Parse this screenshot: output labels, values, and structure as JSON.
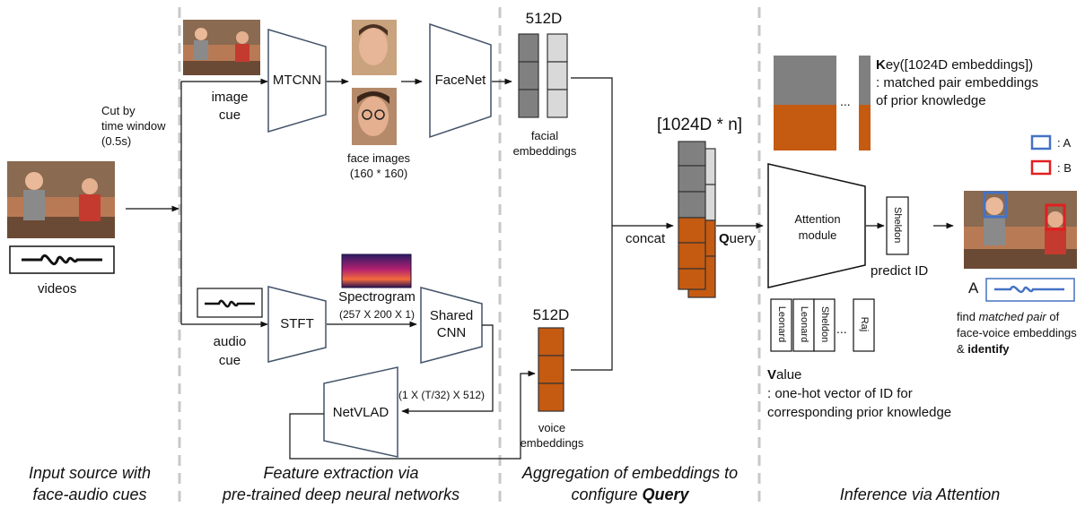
{
  "input": {
    "videos_label": "videos",
    "cut_label": [
      "Cut by",
      "time window",
      "(0.5s)"
    ],
    "image_cue_label": [
      "image",
      "cue"
    ],
    "audio_cue_label": [
      "audio",
      "cue"
    ],
    "caption": [
      "Input source with",
      "face-audio cues"
    ]
  },
  "feature": {
    "mtcnn": "MTCNN",
    "facenet": "FaceNet",
    "face_images_label": [
      "face images",
      "(160 * 160)"
    ],
    "stft": "STFT",
    "spectrogram_label": "Spectrogram",
    "spectrogram_dims": "(257 X 200 X 1)",
    "shared_cnn": [
      "Shared",
      "CNN"
    ],
    "netvlad": "NetVLAD",
    "netvlad_dims": "(1 X (T/32) X 512)",
    "caption": [
      "Feature extraction via",
      "pre-trained deep neural networks"
    ]
  },
  "aggregation": {
    "face_dim": "512D",
    "facial_label": [
      "facial",
      "embeddings"
    ],
    "voice_dim": "512D",
    "voice_label": [
      "voice",
      "embeddings"
    ],
    "concat_label": "concat",
    "query_dim": "[1024D * n]",
    "query_label_bold": "Q",
    "query_label_rest": "uery",
    "caption_line1": "Aggregation of embeddings to",
    "caption_line2_plain": "configure ",
    "caption_line2_bold": "Query"
  },
  "inference": {
    "key_bold": "K",
    "key_rest": "ey([1024D embeddings])",
    "key_desc": [
      ": matched pair embeddings",
      "of prior knowledge"
    ],
    "dots": "...",
    "attention": [
      "Attention",
      "module"
    ],
    "sheldon_output": "Sheldon",
    "predict_id": "predict ID",
    "value_cards": [
      "Leonard",
      "Leonard",
      "Sheldon",
      "Raj"
    ],
    "value_bold": "V",
    "value_rest": "alue",
    "value_desc": [
      ": one-hot vector of ID for",
      "corresponding prior knowledge"
    ],
    "legend_a": ": A",
    "legend_b": ": B",
    "person_a": "A",
    "find_pre": "find ",
    "find_em": "matched pair",
    "find_post": " of",
    "find_line2": "face-voice embeddings",
    "find_line3_pre": "& ",
    "find_line3_bold": "identify",
    "caption": "Inference via Attention"
  },
  "colors": {
    "legend_a": "#4472c4",
    "legend_b": "#e02020",
    "voice": "#c55a11",
    "face_dark": "#808080",
    "face_light": "#d9d9d9",
    "network_outline": "#44546a"
  }
}
